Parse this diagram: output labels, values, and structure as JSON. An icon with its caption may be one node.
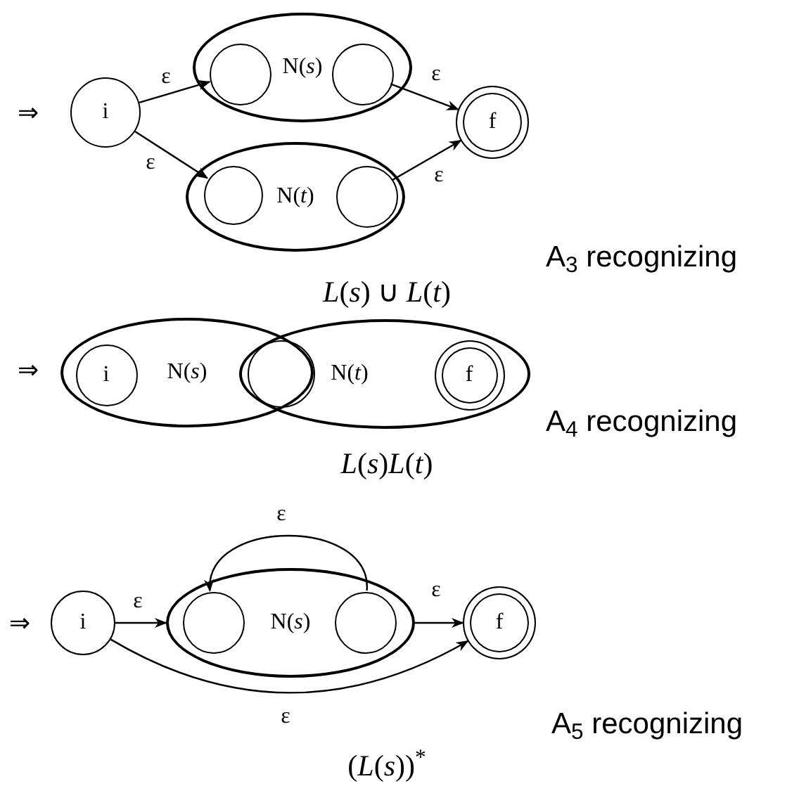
{
  "diagram": {
    "nodes": [
      {
        "text": [
          "i"
        ]
      },
      {
        "text": [
          "N(*s*)"
        ]
      },
      {
        "text": [],
        "shape": "circle",
        "in": 1
      },
      {
        "text": [],
        "shape": "circle",
        "in": 1
      },
      {
        "text": [
          "N(*t*)"
        ]
      },
      {
        "text": [],
        "shape": "circle",
        "in": 4
      },
      {
        "text": [],
        "shape": "circle",
        "in": 4
      },
      {
        "text": [
          "f"
        ]
      },
      {
        "text": [
          "N(*s*)"
        ]
      },
      {
        "text": [
          "i"
        ],
        "in": 8
      },
      {
        "text": [
          "N(*t*)"
        ]
      },
      {
        "text": [],
        "shape": "circle"
      },
      {
        "text": [
          "f"
        ],
        "in": 10
      },
      {
        "text": [
          "i"
        ]
      },
      {
        "text": [
          "N(*s*)"
        ]
      },
      {
        "text": [],
        "shape": "circle",
        "in": 14
      },
      {
        "text": [],
        "shape": "circle",
        "in": 14
      },
      {
        "text": [
          "f"
        ]
      }
    ],
    "edges": [
      {
        "from": 0,
        "to": 2,
        "arrow": "to",
        "label": "ε"
      },
      {
        "from": 0,
        "to": 5,
        "arrow": "to",
        "label": "ε"
      },
      {
        "from": 3,
        "to": 7,
        "arrow": "to",
        "label": "ε"
      },
      {
        "from": 6,
        "to": 7,
        "arrow": "to",
        "label": "ε"
      },
      {
        "from": 16,
        "to": 15,
        "arrow": "to",
        "label": "ε"
      },
      {
        "from": 13,
        "to": 14,
        "arrow": "to",
        "label": "ε"
      },
      {
        "from": 14,
        "to": 17,
        "arrow": "to",
        "label": "ε"
      },
      {
        "from": 13,
        "to": 17,
        "arrow": "to",
        "label": "ε"
      }
    ],
    "labels": [
      "⇒",
      "A$_{3}$ recognizing",
      "*L*(*s*) ∪ *L*(*t*)",
      "⇒",
      "A$_{4}$ recognizing",
      "*L*(*s*)*L*(*t*)",
      "⇒",
      "A$_{5}$ recognizing",
      "(*L*(*s*))$^{*}$"
    ]
  }
}
